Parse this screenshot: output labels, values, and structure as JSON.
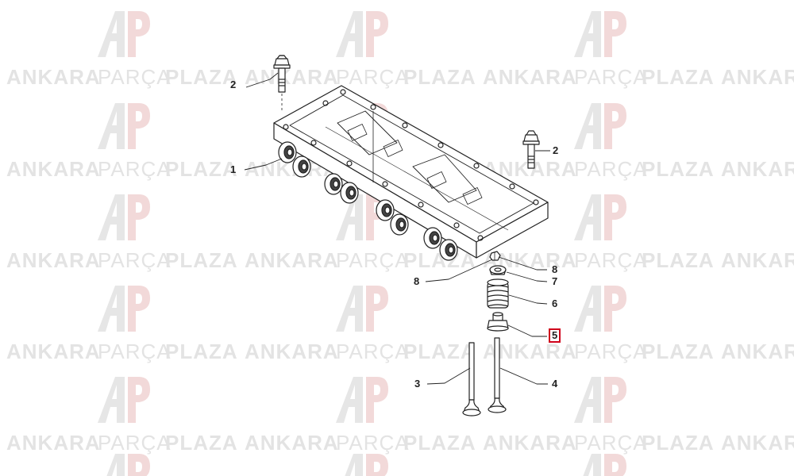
{
  "watermark": {
    "part1": "ANKARA",
    "part2": "PARÇA",
    "part3": "PLAZA",
    "logo": "ap-logo-icon",
    "color": "#e3e3e3"
  },
  "callouts": [
    {
      "id": "c2a",
      "label": "2"
    },
    {
      "id": "c1",
      "label": "1"
    },
    {
      "id": "c2b",
      "label": "2"
    },
    {
      "id": "c8a",
      "label": "8"
    },
    {
      "id": "c8b",
      "label": "8"
    },
    {
      "id": "c7",
      "label": "7"
    },
    {
      "id": "c6",
      "label": "6"
    },
    {
      "id": "c5",
      "label": "5",
      "highlighted": true
    },
    {
      "id": "c3",
      "label": "3"
    },
    {
      "id": "c4",
      "label": "4"
    }
  ],
  "highlight_color": "#d0021b"
}
